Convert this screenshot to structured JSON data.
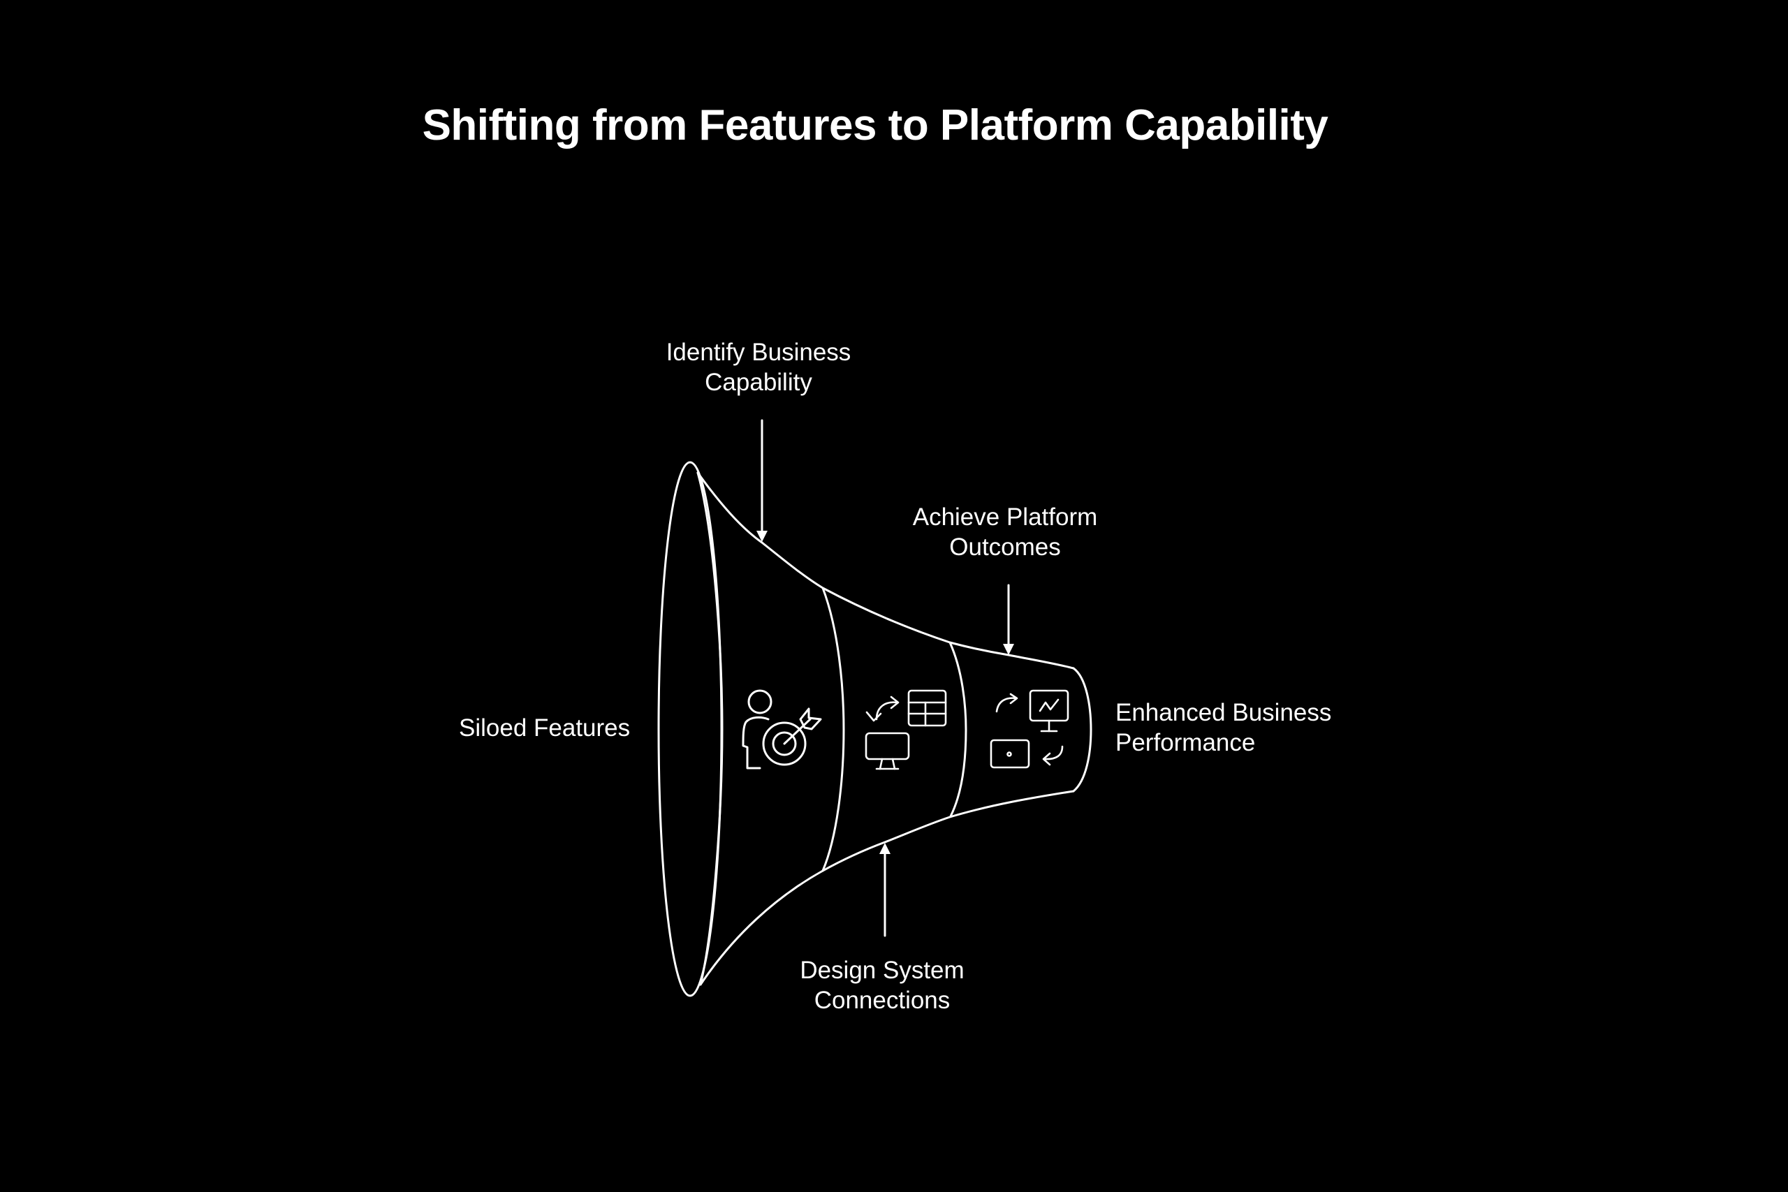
{
  "title": "Shifting from Features to Platform Capability",
  "colors": {
    "background": "#000000",
    "stroke": "#ffffff",
    "text": "#ffffff"
  },
  "stages": [
    {
      "id": "siloed-features",
      "label_lines": [
        "Siloed Features"
      ],
      "position": "left-of-funnel-mouth"
    },
    {
      "id": "identify-business-capability",
      "label_lines": [
        "Identify Business",
        "Capability"
      ],
      "position": "top-arrow-1",
      "icon": "person-target-icon"
    },
    {
      "id": "design-system-connections",
      "label_lines": [
        "Design System",
        "Connections"
      ],
      "position": "bottom-arrow",
      "icons": [
        "swap-arrows-icon",
        "table-icon",
        "monitor-icon"
      ]
    },
    {
      "id": "achieve-platform-outcomes",
      "label_lines": [
        "Achieve Platform",
        "Outcomes"
      ],
      "position": "top-arrow-2",
      "icons": [
        "forward-arrow-icon",
        "chart-monitor-icon",
        "tablet-icon",
        "return-arrow-icon"
      ]
    },
    {
      "id": "enhanced-business-performance",
      "label_lines": [
        "Enhanced Business",
        "Performance"
      ],
      "position": "right-of-funnel-end"
    }
  ],
  "labels": {
    "siloed": [
      "Siloed Features"
    ],
    "identify": [
      "Identify Business",
      "Capability"
    ],
    "design": [
      "Design System",
      "Connections"
    ],
    "achieve": [
      "Achieve Platform",
      "Outcomes"
    ],
    "enhanced": [
      "Enhanced Business",
      "Performance"
    ]
  }
}
